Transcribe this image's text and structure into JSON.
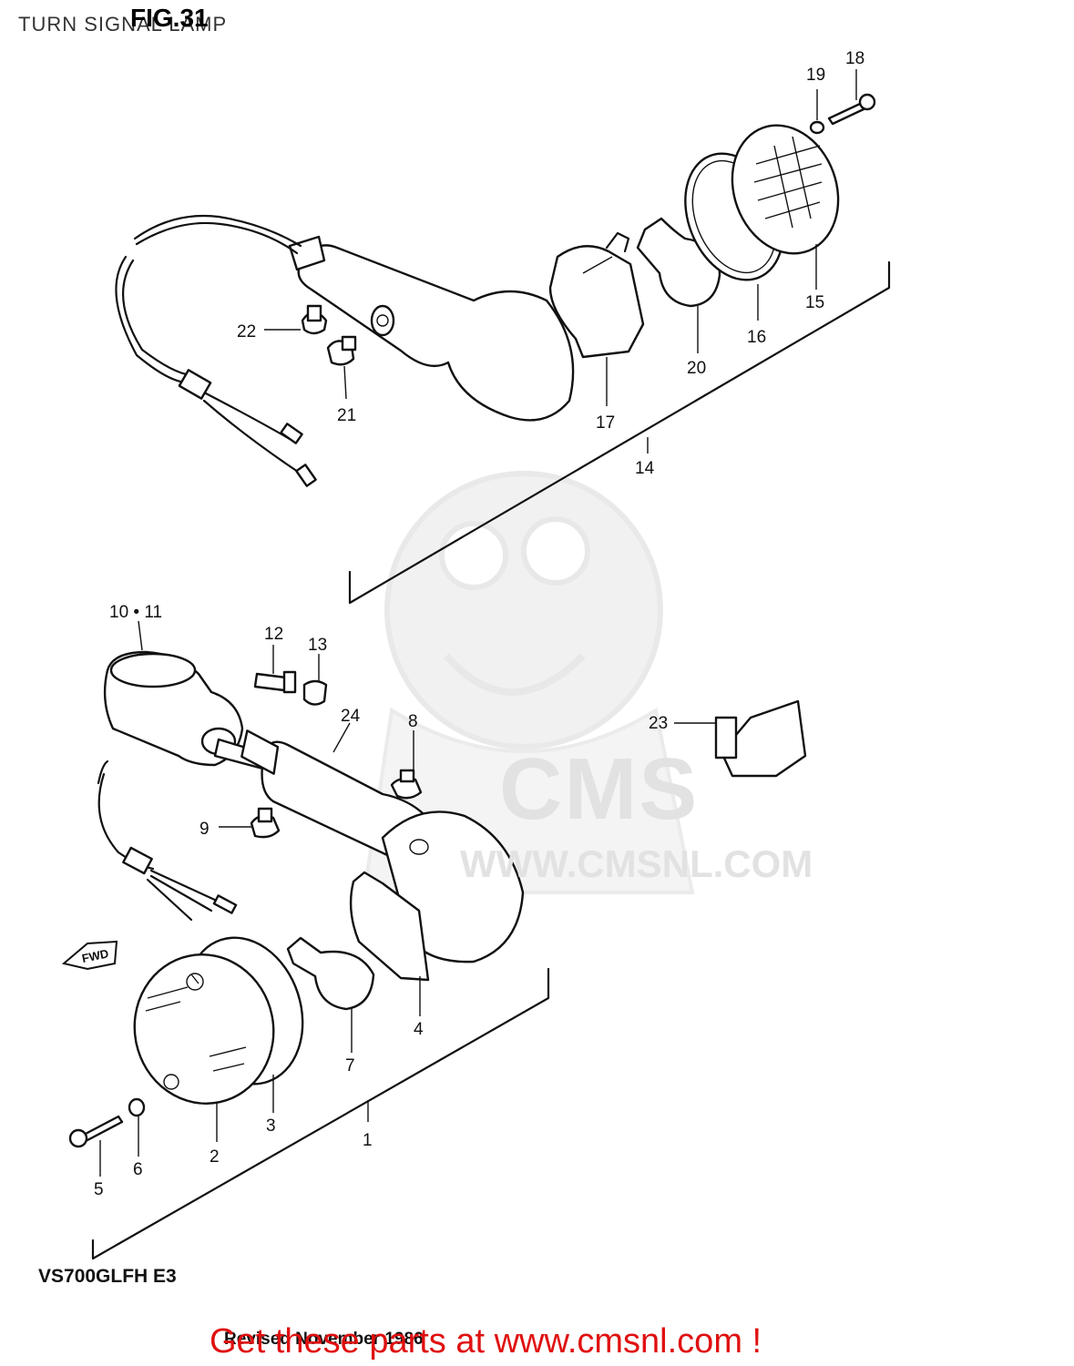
{
  "header": {
    "caption": "TURN SIGNAL LAMP",
    "fig_title": "FIG.31"
  },
  "callouts": {
    "c1": "1",
    "c2": "2",
    "c3": "3",
    "c4": "4",
    "c5": "5",
    "c6": "6",
    "c7": "7",
    "c8": "8",
    "c9": "9",
    "c10_11": "10 • 11",
    "c12": "12",
    "c13": "13",
    "c14": "14",
    "c15": "15",
    "c16": "16",
    "c17": "17",
    "c18": "18",
    "c19": "19",
    "c20": "20",
    "c21": "21",
    "c22": "22",
    "c23": "23",
    "c24": "24"
  },
  "fwd_tag": "FWD",
  "watermark": {
    "brand": "CMS",
    "url": "WWW.CMSNL.COM"
  },
  "footer": {
    "model_code": "VS700GLFH E3",
    "revised_note": "Revised November 1986",
    "promo": "Get these parts at www.cmsnl.com !"
  },
  "colors": {
    "promo_text": "#e01010",
    "line_art": "#111111",
    "watermark": "#e2e2e2"
  }
}
